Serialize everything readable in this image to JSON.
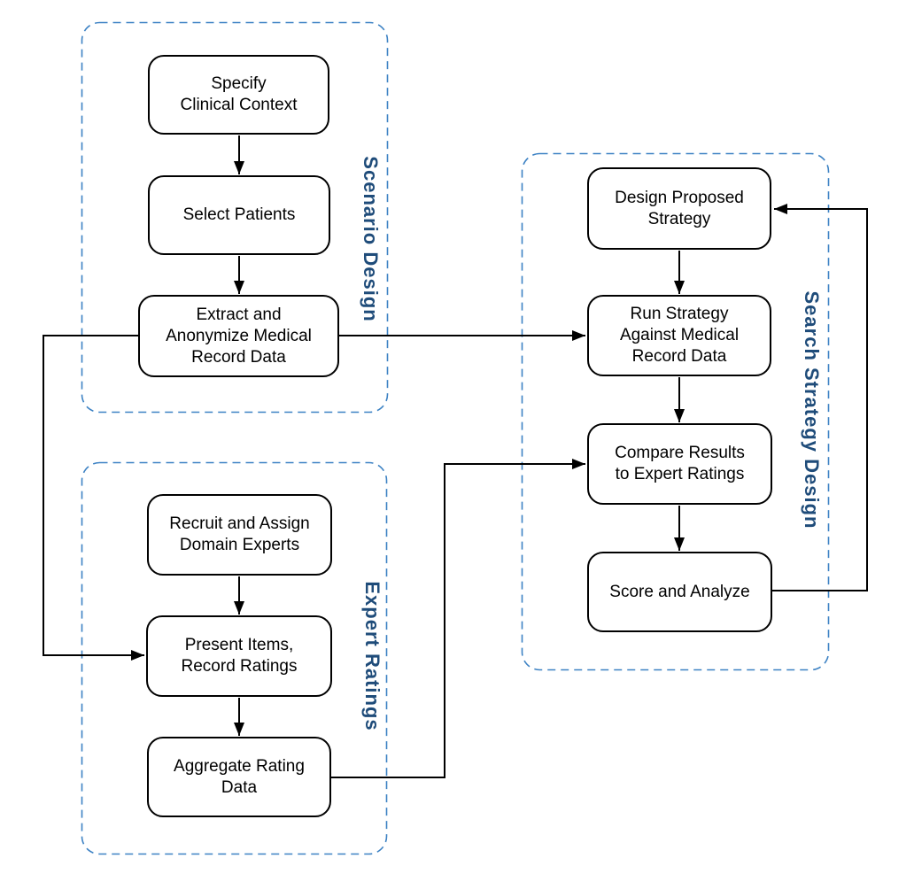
{
  "diagram": {
    "type": "flowchart",
    "background": "#FFFFFF"
  },
  "groups": {
    "scenario": {
      "label": "Scenario Design",
      "nodes": [
        "specify",
        "select",
        "extract"
      ]
    },
    "expert": {
      "label": "Expert Ratings",
      "nodes": [
        "recruit",
        "present",
        "aggregate"
      ]
    },
    "search": {
      "label": "Search Strategy Design",
      "nodes": [
        "design",
        "run",
        "compare",
        "score"
      ]
    }
  },
  "nodes": {
    "specify": {
      "label": "Specify\nClinical Context"
    },
    "select": {
      "label": "Select Patients"
    },
    "extract": {
      "label": "Extract and\nAnonymize Medical\nRecord Data"
    },
    "recruit": {
      "label": "Recruit and Assign\nDomain Experts"
    },
    "present": {
      "label": "Present Items,\nRecord Ratings"
    },
    "aggregate": {
      "label": "Aggregate Rating\nData"
    },
    "design": {
      "label": "Design Proposed\nStrategy"
    },
    "run": {
      "label": "Run Strategy\nAgainst Medical\nRecord Data"
    },
    "compare": {
      "label": "Compare Results\nto Expert Ratings"
    },
    "score": {
      "label": "Score and Analyze"
    }
  },
  "edges": [
    {
      "from": "specify",
      "to": "select"
    },
    {
      "from": "select",
      "to": "extract"
    },
    {
      "from": "extract",
      "to": "run"
    },
    {
      "from": "extract",
      "to": "present"
    },
    {
      "from": "recruit",
      "to": "present"
    },
    {
      "from": "present",
      "to": "aggregate"
    },
    {
      "from": "aggregate",
      "to": "compare"
    },
    {
      "from": "design",
      "to": "run"
    },
    {
      "from": "run",
      "to": "compare"
    },
    {
      "from": "compare",
      "to": "score"
    },
    {
      "from": "score",
      "to": "design"
    }
  ],
  "colors": {
    "group_border": "#3D82C4",
    "group_label": "#1F4C7A",
    "node_border": "#000000",
    "node_text": "#000000",
    "edge": "#000000"
  }
}
